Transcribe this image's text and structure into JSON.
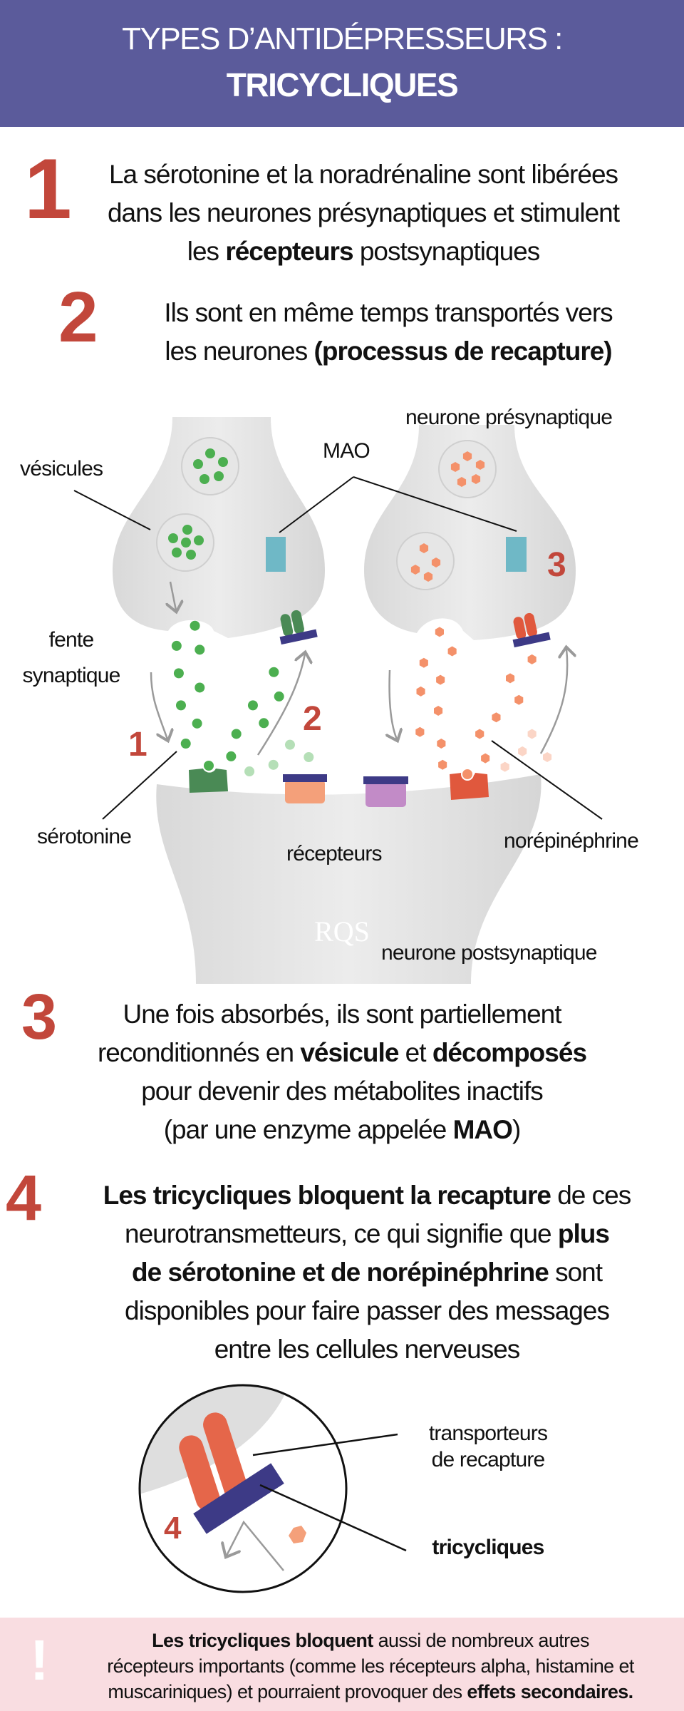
{
  "header": {
    "line1": "TYPES D’ANTIDÉPRESSEURS :",
    "line2": "TRICYCLIQUES"
  },
  "steps": [
    {
      "number": "1",
      "lines": [
        {
          "pre": "La sérotonine et la noradrénaline sont libérées",
          "bold": "",
          "post": ""
        },
        {
          "pre": "dans les neurones présynaptiques et stimulent",
          "bold": "",
          "post": ""
        },
        {
          "pre": "les ",
          "bold": "récepteurs",
          "post": " postsynaptiques"
        }
      ]
    },
    {
      "number": "2",
      "lines": [
        {
          "pre": "Ils sont en même temps transportés vers",
          "bold": "",
          "post": ""
        },
        {
          "pre": "les neurones ",
          "bold": "(processus de recapture)",
          "post": ""
        }
      ]
    },
    {
      "number": "3",
      "lines": [
        {
          "pre": "Une fois absorbés, ils sont partiellement",
          "bold": "",
          "post": ""
        },
        {
          "pre": "reconditionnés en ",
          "bold": "vésicule",
          "post": " et ",
          "bold2": "décomposés"
        },
        {
          "pre": "pour devenir des métabolites inactifs",
          "bold": "",
          "post": ""
        },
        {
          "pre": "(par une enzyme appelée ",
          "bold": "MAO",
          "post": ")"
        }
      ]
    },
    {
      "number": "4",
      "lines": [
        {
          "pre": "",
          "bold": "Les tricycliques bloquent la recapture",
          "post": " de ces"
        },
        {
          "pre": "neurotransmetteurs, ce qui signifie que ",
          "bold": "plus",
          "post": ""
        },
        {
          "pre": "",
          "bold": "de sérotonine et de norépinéphrine",
          "post": " sont"
        },
        {
          "pre": "disponibles pour faire passer des messages",
          "bold": "",
          "post": ""
        },
        {
          "pre": "entre les cellules nerveuses",
          "bold": "",
          "post": ""
        }
      ]
    }
  ],
  "diagram": {
    "labels": {
      "presynaptic": "neurone présynaptique",
      "mao": "MAO",
      "vesicles": "vésicules",
      "cleft_1": "fente",
      "cleft_2": "synaptique",
      "serotonin": "sérotonine",
      "receptors": "récepteurs",
      "norepinephrine": "norépinéphrine",
      "postsynaptic": "neurone postsynaptique"
    },
    "markers": [
      "1",
      "2",
      "3"
    ],
    "logo_text": "RQS"
  },
  "inset": {
    "marker": "4",
    "transporters_1": "transporteurs",
    "transporters_2": "de recapture",
    "tricyclics": "tricycliques"
  },
  "footer": {
    "icon": "exclamation-icon",
    "symbol": "!",
    "bold1": "Les tricycliques bloquent",
    "text1": " aussi de nombreux autres",
    "text2": "récepteurs importants (comme les récepteurs alpha, histamine et",
    "text3": "muscariniques) et pourraient provoquer des ",
    "bold2": "effets secondaires."
  },
  "colors": {
    "header": "#5b5b9b",
    "accent": "#c2473b",
    "serotonin": "#4caf50",
    "norepinephrine": "#f4916a",
    "blocker": "#3d3a86",
    "mao": "#6fb8c6",
    "footer": "#f9dde1"
  }
}
